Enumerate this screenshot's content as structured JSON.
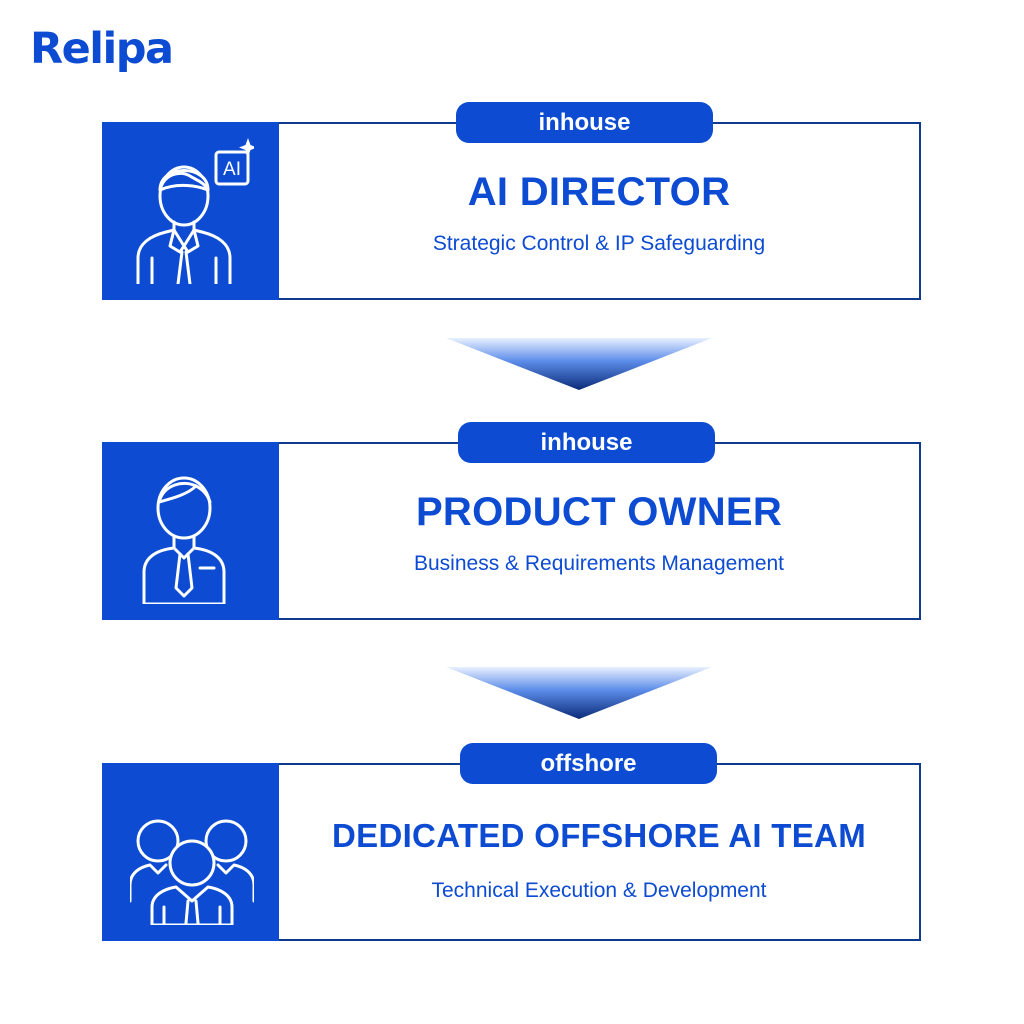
{
  "brand": {
    "logo_text": "Relipa"
  },
  "roles": [
    {
      "tag": "inhouse",
      "title": "AI DIRECTOR",
      "subtitle": "Strategic Control & IP Safeguarding",
      "icon": "ai-director-icon"
    },
    {
      "tag": "inhouse",
      "title": "PRODUCT OWNER",
      "subtitle": "Business & Requirements Management",
      "icon": "product-owner-icon"
    },
    {
      "tag": "offshore",
      "title": "DEDICATED OFFSHORE AI TEAM",
      "subtitle": "Technical Execution & Development",
      "icon": "team-icon"
    }
  ],
  "icon_badge": "AI",
  "colors": {
    "brand_blue": "#0c4bd2",
    "border_navy": "#103a8c",
    "background": "#ffffff"
  }
}
